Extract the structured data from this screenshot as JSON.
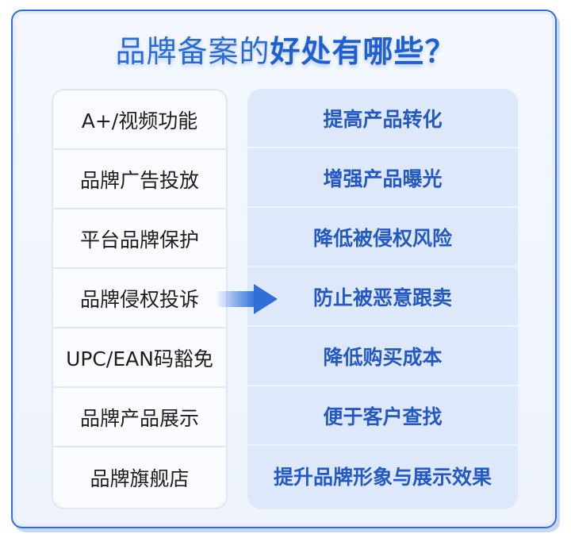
{
  "title": {
    "regular": "品牌备案的",
    "bold": "好处有哪些？"
  },
  "features": [
    "A+/视频功能",
    "品牌广告投放",
    "平台品牌保护",
    "品牌侵权投诉",
    "UPC/EAN码豁免",
    "品牌产品展示",
    "品牌旗舰店"
  ],
  "benefits": [
    "提高产品转化",
    "增强产品曝光",
    "降低被侵权风险",
    "防止被恶意跟卖",
    "降低购买成本",
    "便于客户查找",
    "提升品牌形象与展示效果"
  ],
  "colors": {
    "accent": "#2f6fd6",
    "benefit_text": "#2458c4",
    "benefit_bg": "#dde9fb"
  },
  "icons": {
    "arrow": "arrow-right-icon"
  }
}
